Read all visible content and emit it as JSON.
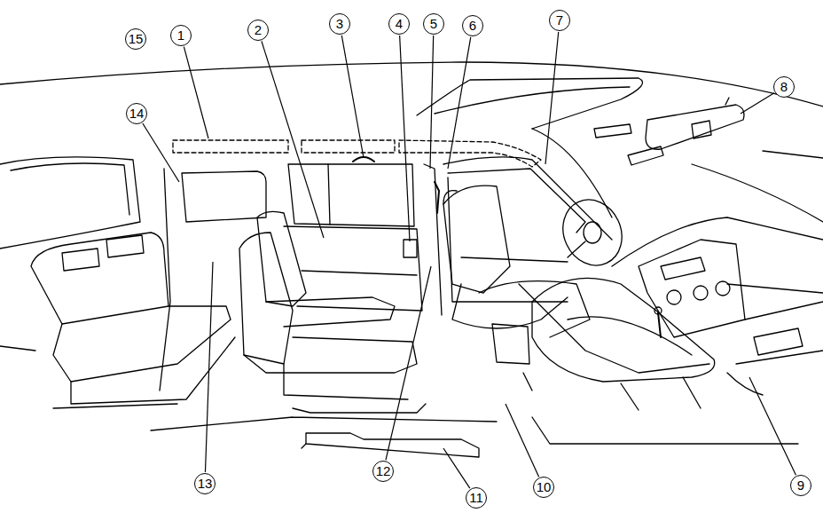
{
  "diagram": {
    "labels": [
      "15",
      "1",
      "2",
      "3",
      "4",
      "5",
      "6",
      "7",
      "8",
      "14",
      "13",
      "12",
      "11",
      "10",
      "9"
    ]
  }
}
